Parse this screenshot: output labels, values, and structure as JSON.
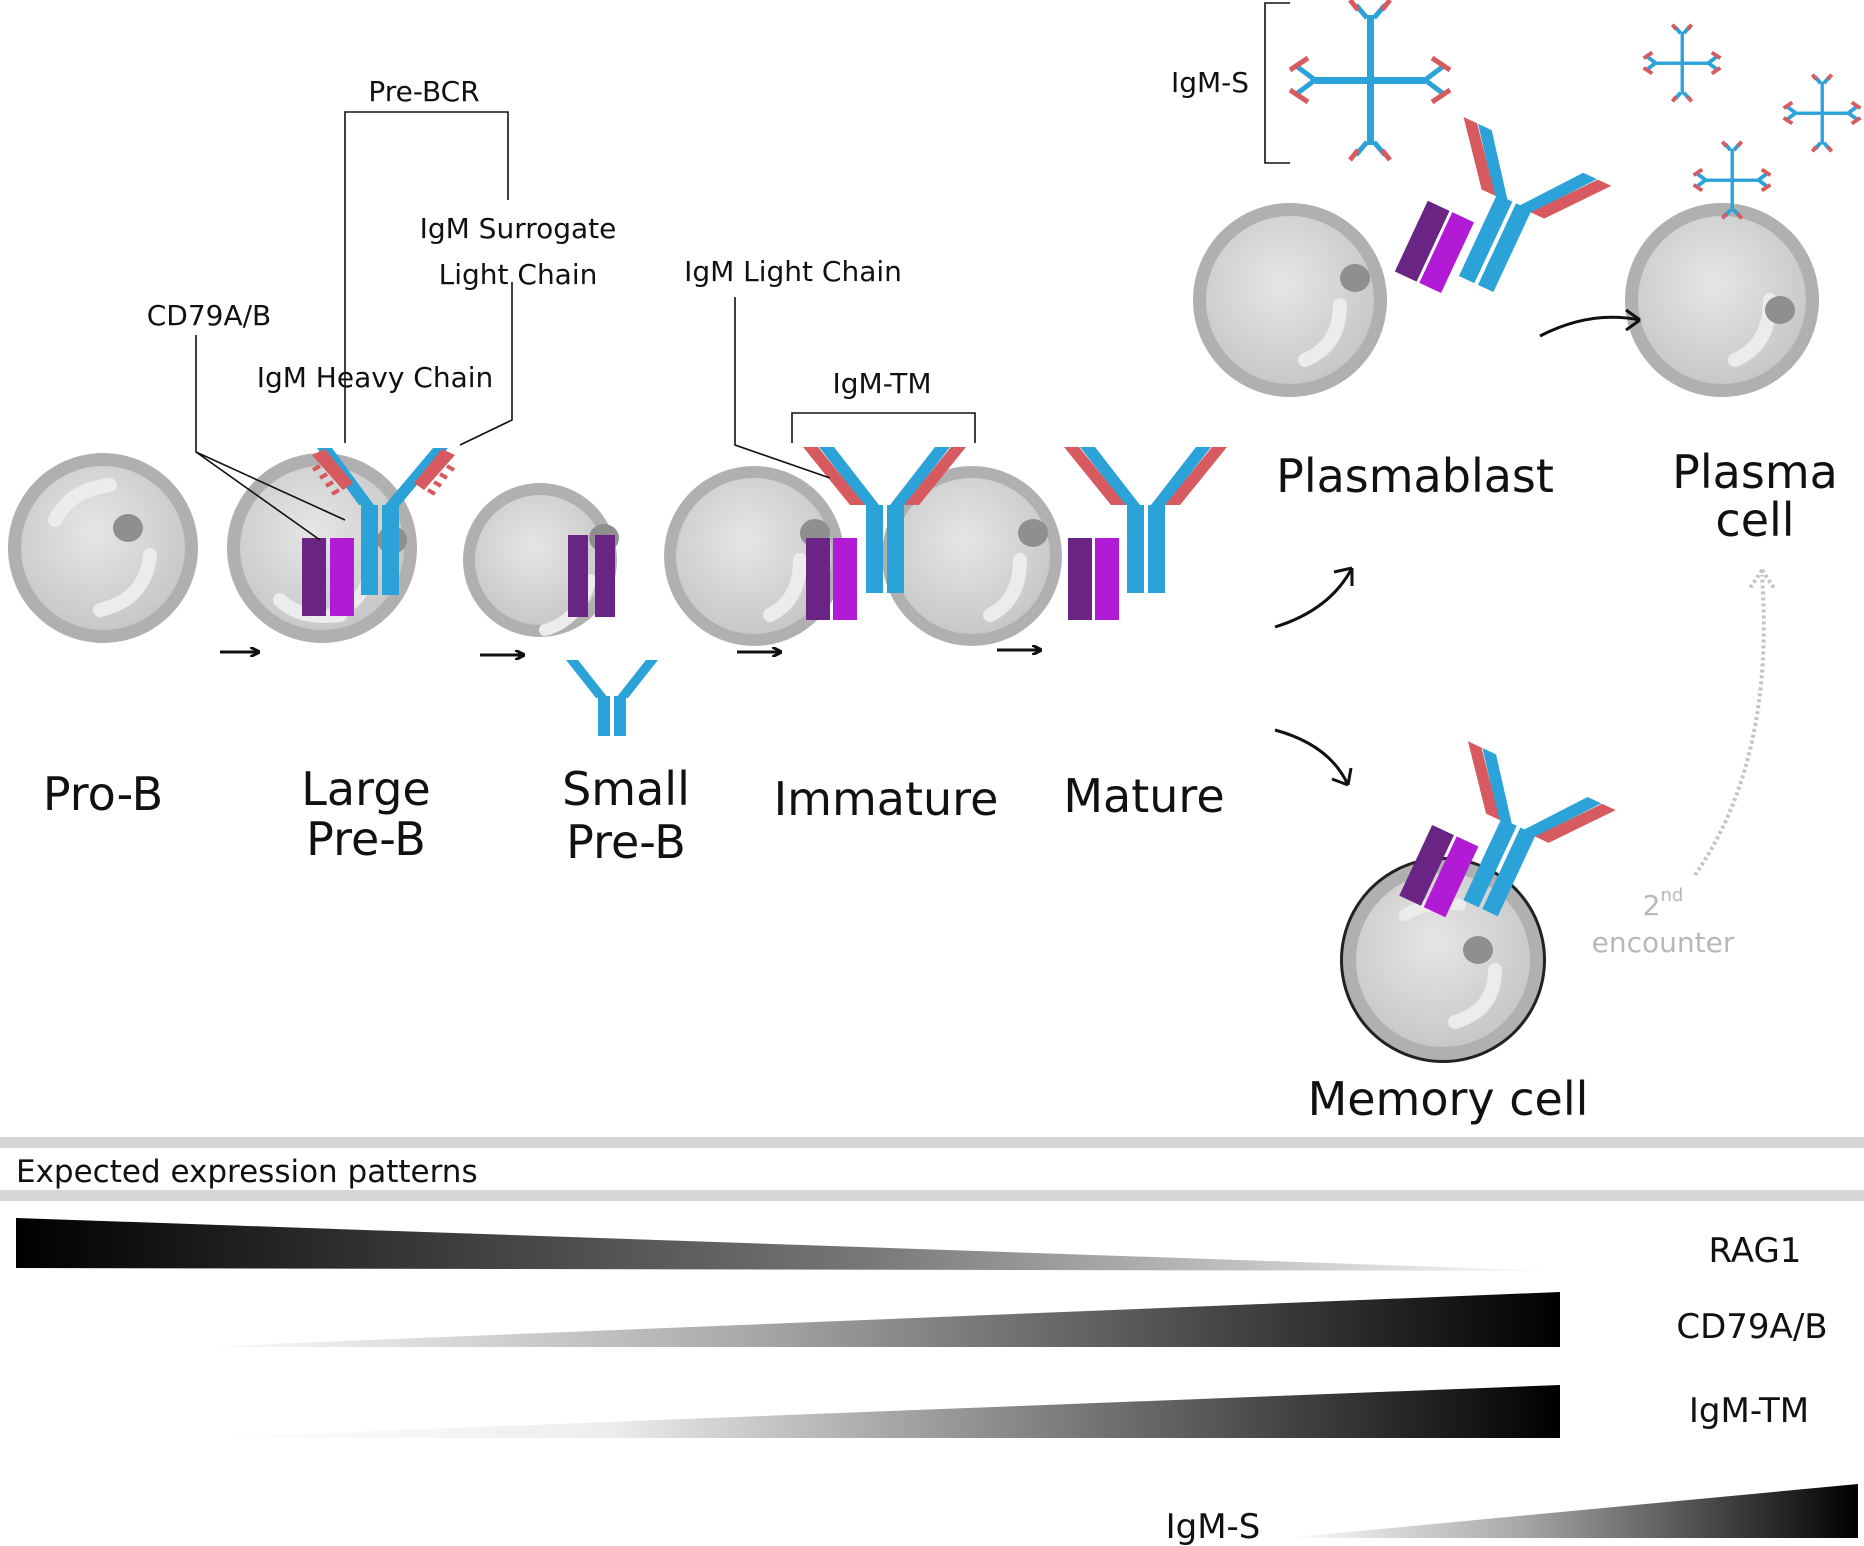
{
  "cells": {
    "pro_b": "Pro-B",
    "large_pre_b": [
      "Large",
      "Pre-B"
    ],
    "small_pre_b": [
      "Small",
      "Pre-B"
    ],
    "immature": "Immature",
    "mature": "Mature",
    "plasmablast": "Plasmablast",
    "plasma_cell": [
      "Plasma",
      "cell"
    ],
    "memory_cell": "Memory cell"
  },
  "annotations": {
    "pre_bcr": "Pre-BCR",
    "surrogate_light_chain": [
      "IgM Surrogate",
      "Light Chain"
    ],
    "cd79ab": "CD79A/B",
    "heavy_chain": "IgM Heavy Chain",
    "light_chain": "IgM Light Chain",
    "igm_tm": "IgM-TM",
    "igm_s": "IgM-S",
    "second_encounter_base": "2",
    "second_encounter_sup": "nd",
    "second_encounter_word": "encounter"
  },
  "expression": {
    "section_title": "Expected expression patterns",
    "rows": [
      {
        "label": "RAG1",
        "trend": "decreasing"
      },
      {
        "label": "CD79A/B",
        "trend": "increasing"
      },
      {
        "label": "IgM-TM",
        "trend": "increasing"
      },
      {
        "label": "IgM-S",
        "trend": "increasing"
      }
    ]
  },
  "colors": {
    "heavy_chain": "#2ba3d8",
    "light_chain": "#d65a5f",
    "cd79a": "#6a2483",
    "cd79b": "#b21bd6",
    "cell_fill": "#d2d2d2",
    "cell_outline": "#a9a9a9",
    "nucleolus": "#8f8f8f",
    "faded_arrow": "#c4c4c4"
  }
}
